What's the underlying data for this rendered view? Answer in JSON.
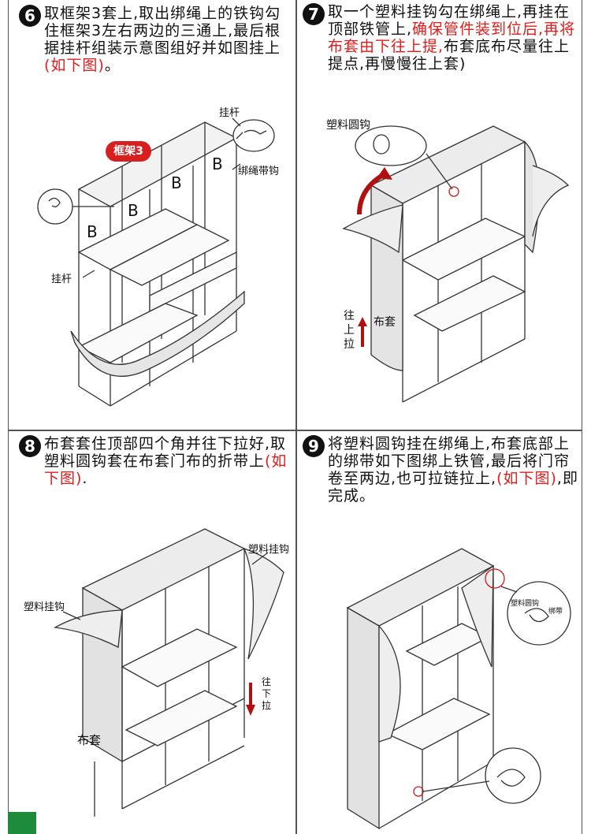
{
  "step6": {
    "num": "6",
    "text": "取框架3套上,取出绑绳上的铁钩勾住框架3左右两边的三通上,最后根据挂杆组装示意图组好并如图挂上",
    "red": "(如下图)",
    "tail": "。",
    "labels": {
      "hanger_top": "挂杆",
      "frame_badge": "框架3",
      "strap_hook": "绑绳带钩",
      "hanger_side": "挂杆",
      "b": "B"
    }
  },
  "step7": {
    "num": "7",
    "text": "取一个塑料挂钩勾在绑绳上,再挂在顶部铁管上,",
    "red": "确保管件装到位后,再将布套由下往上提,",
    "tail": "布套底布尽量往上提点,再慢慢往上套)",
    "labels": {
      "plastic_ring": "塑料圆钩",
      "pull_up": "往上拉",
      "cover": "布套"
    }
  },
  "step8": {
    "num": "8",
    "text": "布套套住顶部四个角并往下拉好,取塑料圆钩套在布套门布的折带上",
    "red": "(如下图)",
    "tail": ".",
    "labels": {
      "hook_right": "塑料挂钩",
      "hook_left": "塑料挂钩",
      "pull_down": "往下拉",
      "cover": "布套"
    }
  },
  "step9": {
    "num": "9",
    "text": "将塑料圆钩挂在绑绳上,布套底部上的绑带如下图绑上铁管,最后将门帘卷至两边,也可拉链拉上,",
    "red": "(如下图)",
    "tail": ",即完成。",
    "labels": {
      "ring_detail": "塑料圆钩",
      "strap_detail": "绑带"
    }
  }
}
